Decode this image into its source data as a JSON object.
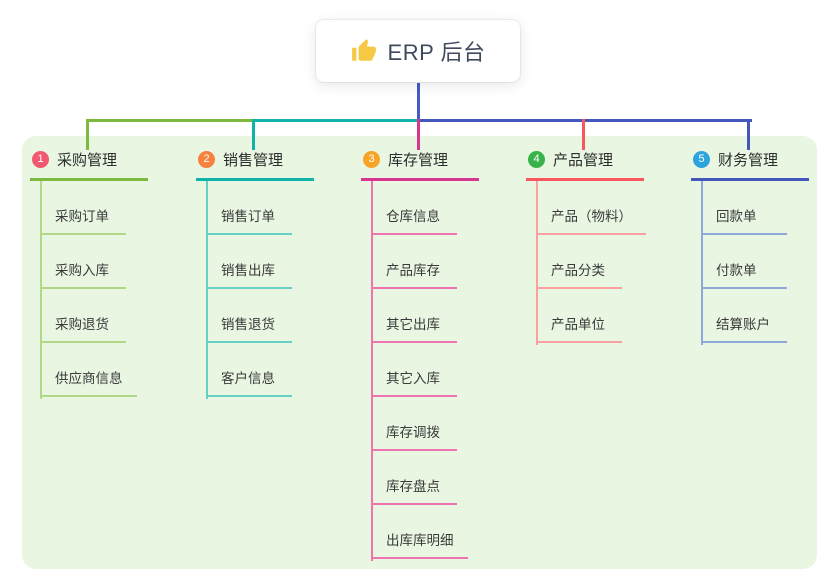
{
  "root": {
    "icon": "thumbs-up-icon",
    "label": "ERP 后台"
  },
  "branches": [
    {
      "key": "purchase",
      "index": "1",
      "label": "采购管理",
      "badge_color": "#f25870",
      "line_color": "#7cb93e",
      "child_line_color": "#b0d886",
      "children": [
        "采购订单",
        "采购入库",
        "采购退货",
        "供应商信息"
      ]
    },
    {
      "key": "sales",
      "index": "2",
      "label": "销售管理",
      "badge_color": "#f6823d",
      "line_color": "#0fb3a9",
      "child_line_color": "#67d0c5",
      "children": [
        "销售订单",
        "销售出库",
        "销售退货",
        "客户信息"
      ]
    },
    {
      "key": "inventory",
      "index": "3",
      "label": "库存管理",
      "badge_color": "#f7a426",
      "line_color": "#d7368e",
      "child_line_color": "#ee74b0",
      "children": [
        "仓库信息",
        "产品库存",
        "其它出库",
        "其它入库",
        "库存调拨",
        "库存盘点",
        "出库库明细"
      ]
    },
    {
      "key": "product",
      "index": "4",
      "label": "产品管理",
      "badge_color": "#38b34a",
      "line_color": "#f9575e",
      "child_line_color": "#f8a19f",
      "children": [
        "产品（物料）",
        "产品分类",
        "产品单位"
      ]
    },
    {
      "key": "finance",
      "index": "5",
      "label": "财务管理",
      "badge_color": "#2da4dc",
      "line_color": "#4457bd",
      "child_line_color": "#90a7dc",
      "children": [
        "回款单",
        "付款单",
        "结算账户"
      ]
    }
  ],
  "colors": {
    "panel_bg": "#e9f6e2",
    "root_connector": "#4559c8",
    "thumb_icon": "#f7c843",
    "bus_segments": [
      "#7cb93e",
      "#0fb3a9",
      "#4457bd"
    ]
  }
}
